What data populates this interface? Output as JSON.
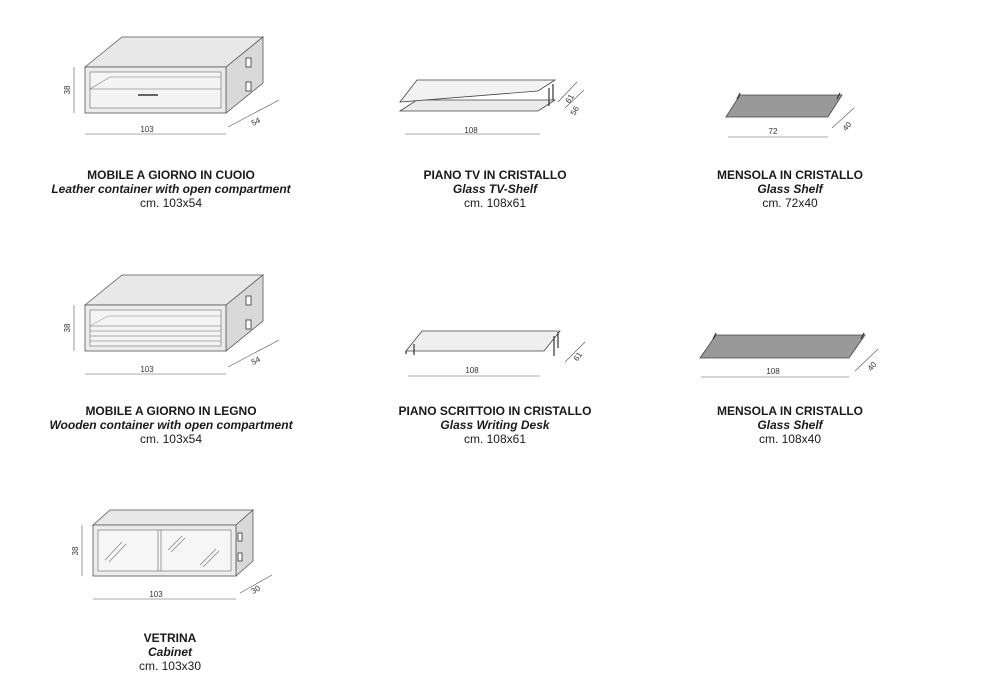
{
  "items": [
    {
      "name_it": "MOBILE A GIORNO IN CUOIO",
      "name_en": "Leather container with open compartment",
      "size": "cm. 103x54",
      "dims": {
        "width": "103",
        "depth": "54",
        "height": "38"
      }
    },
    {
      "name_it": "PIANO TV IN CRISTALLO",
      "name_en": "Glass TV-Shelf",
      "size": "cm. 108x61",
      "dims": {
        "width": "108",
        "depth_a": "61",
        "depth_b": "56"
      }
    },
    {
      "name_it": "MENSOLA IN CRISTALLO",
      "name_en": "Glass Shelf",
      "size": "cm. 72x40",
      "dims": {
        "width": "72",
        "depth": "40"
      }
    },
    {
      "name_it": "MOBILE A GIORNO IN LEGNO",
      "name_en": "Wooden container with open compartment",
      "size": "cm. 103x54",
      "dims": {
        "width": "103",
        "depth": "54",
        "height": "38"
      }
    },
    {
      "name_it": "PIANO SCRITTOIO IN CRISTALLO",
      "name_en": "Glass Writing Desk",
      "size": "cm. 108x61",
      "dims": {
        "width": "108",
        "depth": "61"
      }
    },
    {
      "name_it": "MENSOLA IN CRISTALLO",
      "name_en": "Glass Shelf",
      "size": "cm. 108x40",
      "dims": {
        "width": "108",
        "depth": "40"
      }
    },
    {
      "name_it": "VETRINA",
      "name_en": "Cabinet",
      "size": "cm. 103x30",
      "dims": {
        "width": "103",
        "depth": "30",
        "height": "38"
      }
    }
  ]
}
